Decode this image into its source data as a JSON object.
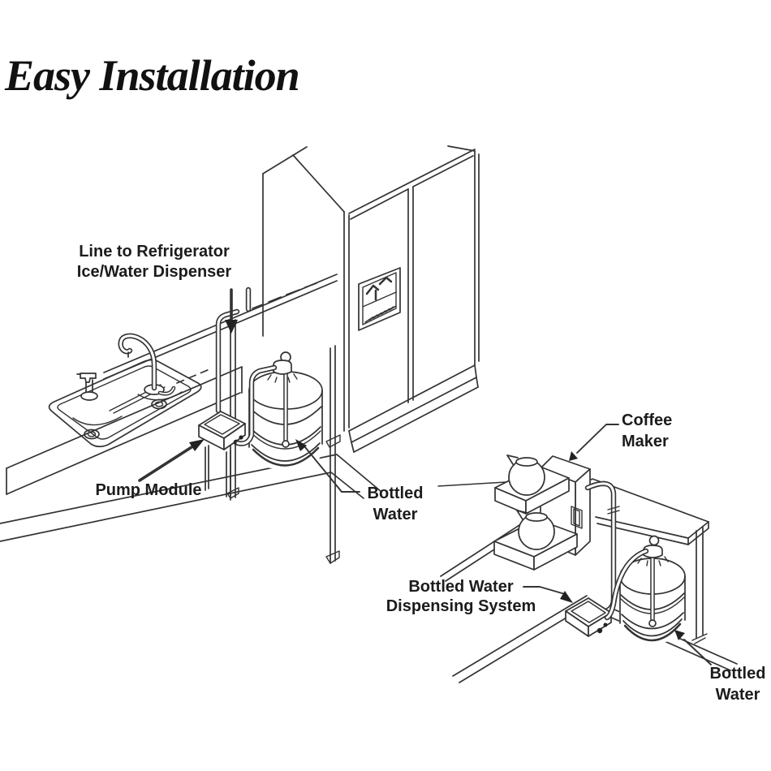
{
  "title": "Easy Installation",
  "colors": {
    "background": "#ffffff",
    "line": "#333333",
    "text": "#1c1c1c"
  },
  "kitchen_scene": {
    "line_to_refrigerator_label": {
      "line1": "Line to Refrigerator",
      "line2": "Ice/Water Dispenser"
    },
    "pump_module_label": "Pump Module",
    "bottled_water_label": {
      "line1": "Bottled",
      "line2": "Water"
    }
  },
  "coffee_scene": {
    "coffee_maker_label": {
      "line1": "Coffee",
      "line2": "Maker"
    },
    "dispensing_system_label": {
      "line1": "Bottled Water",
      "line2": "Dispensing System"
    },
    "bottled_water_label": {
      "line1": "Bottled",
      "line2": "Water"
    }
  }
}
